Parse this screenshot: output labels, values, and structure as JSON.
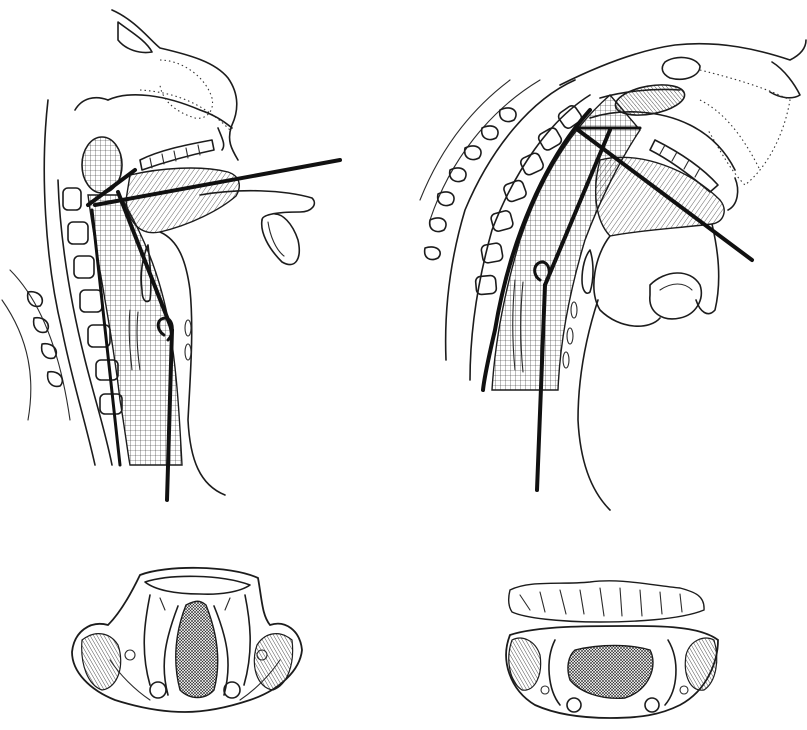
{
  "figure": {
    "background": "#ffffff",
    "ink_color": "#1c1c1c",
    "panels": [
      {
        "id": "left-sagittal",
        "kind": "sagittal-section-head-neck"
      },
      {
        "id": "right-sagittal",
        "kind": "sagittal-section-head-neck-extended"
      },
      {
        "id": "left-larynx",
        "kind": "larynx-view-open-glottis"
      },
      {
        "id": "right-larynx",
        "kind": "larynx-view-closed-glottis"
      }
    ]
  }
}
